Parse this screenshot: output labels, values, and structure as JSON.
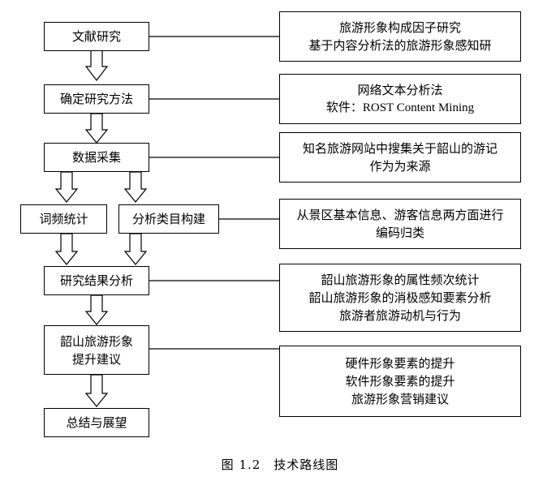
{
  "steps": {
    "literature": "文献研究",
    "method": "确定研究方法",
    "collection": "数据采集",
    "word_freq": "词频统计",
    "category": "分析类目构建",
    "results": "研究结果分析",
    "suggestion_line1": "韶山旅游形象",
    "suggestion_line2": "提升建议",
    "summary": "总结与展望"
  },
  "notes": {
    "literature": [
      "旅游形象构成因子研究",
      "基于内容分析法的旅游形象感知研"
    ],
    "method": [
      "网络文本分析法",
      "软件：ROST Content Mining"
    ],
    "collection": [
      "知名旅游网站中搜集关于韶山的游记",
      "作为为来源"
    ],
    "category": [
      "从景区基本信息、游客信息两方面进行",
      "编码归类"
    ],
    "results": [
      "韶山旅游形象的属性频次统计",
      "韶山旅游形象的消极感知要素分析",
      "旅游者旅游动机与行为"
    ],
    "suggestion": [
      "硬件形象要素的提升",
      "软件形象要素的提升",
      "旅游形象营销建议"
    ]
  },
  "caption": {
    "number": "图 1.2",
    "title": "技术路线图"
  }
}
